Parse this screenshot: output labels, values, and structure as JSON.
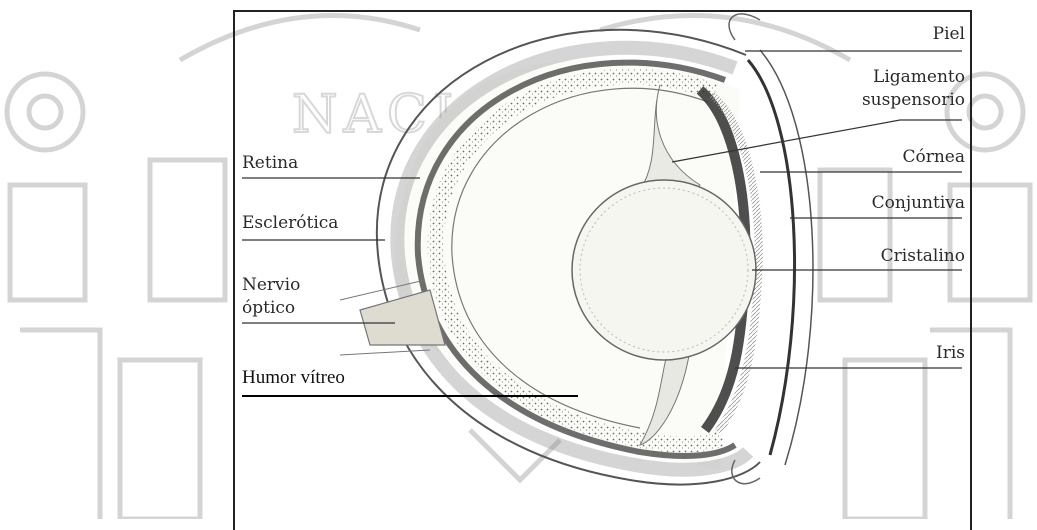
{
  "watermark": {
    "text": "NACIONAL",
    "color": "#d2d2d2"
  },
  "labels": {
    "piel": "Piel",
    "ligamento_1": "Ligamento",
    "ligamento_2": "suspensorio",
    "cornea": "Córnea",
    "conjuntiva": "Conjuntiva",
    "cristalino": "Cristalino",
    "iris": "Iris",
    "retina": "Retina",
    "esclerotica": "Esclerótica",
    "nervio_1": "Nervio",
    "nervio_2": "óptico",
    "humor": "Humor vítreo"
  }
}
